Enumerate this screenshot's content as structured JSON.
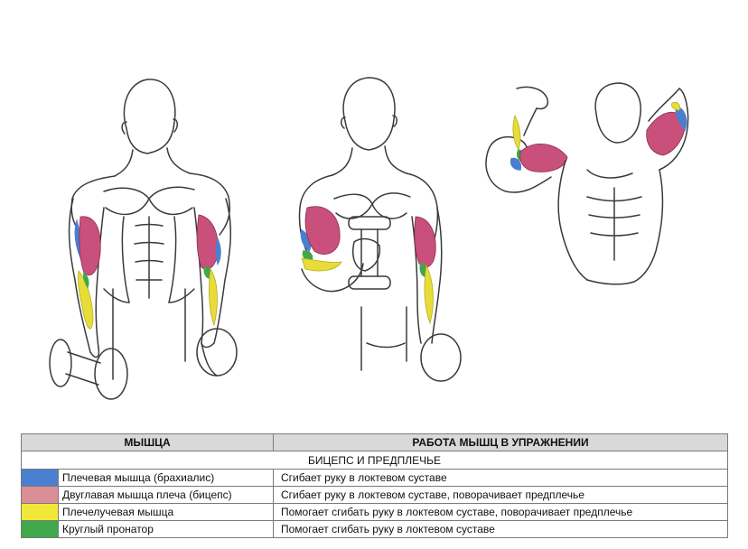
{
  "figures": [
    {
      "name": "front-dumbbells-figure"
    },
    {
      "name": "hammer-curl-figure"
    },
    {
      "name": "flex-pose-figure"
    }
  ],
  "table": {
    "header_muscle": "МЫШЦА",
    "header_action": "РАБОТА МЫШЦ В УПРАЖНЕНИИ",
    "section": "БИЦЕПС И ПРЕДПЛЕЧЬЕ",
    "rows": [
      {
        "color": "#4a7fd0",
        "muscle": "Плечевая мышца (брахиалис)",
        "action": "Сгибает руку в локтевом суставе"
      },
      {
        "color": "#d98f95",
        "muscle": "Двуглавая мышца плеча (бицепс)",
        "action": "Сгибает руку в локтевом суставе, поворачивает предплечье"
      },
      {
        "color": "#f2e83a",
        "muscle": "Плечелучевая мышца",
        "action": "Помогает сгибать руку в локтевом суставе, поворачивает предплечье"
      },
      {
        "color": "#3ea84a",
        "muscle": "Круглый пронатор",
        "action": "Помогает сгибать руку в локтевом суставе"
      }
    ]
  },
  "colors": {
    "outline": "#3a3a3a",
    "biceps": "#c8507a",
    "brachialis": "#4a7fd0",
    "brachioradialis": "#e8dc3a",
    "pronator": "#3ea84a"
  }
}
